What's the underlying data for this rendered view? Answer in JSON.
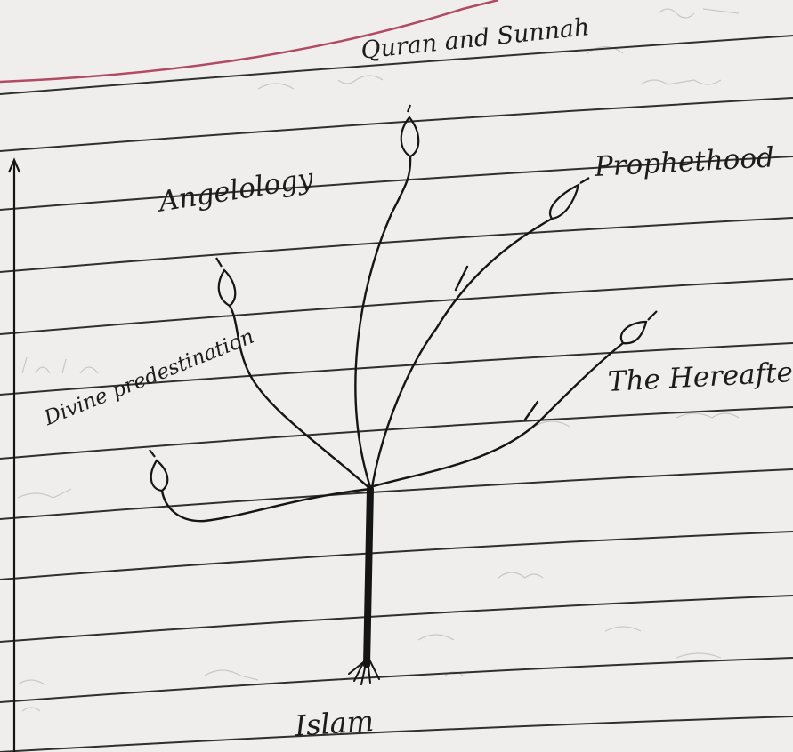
{
  "diagram": {
    "root": "Islam",
    "branches": [
      "Quran and Sunnah",
      "Prophethood",
      "Angelology",
      "The Hereafter",
      "Divine predestination"
    ]
  },
  "colors": {
    "paper": "#efeeec",
    "ruled_line": "#2b2b2b",
    "margin_line": "#b24a63",
    "ink": "#151515",
    "show_through": "#8a8a88"
  }
}
